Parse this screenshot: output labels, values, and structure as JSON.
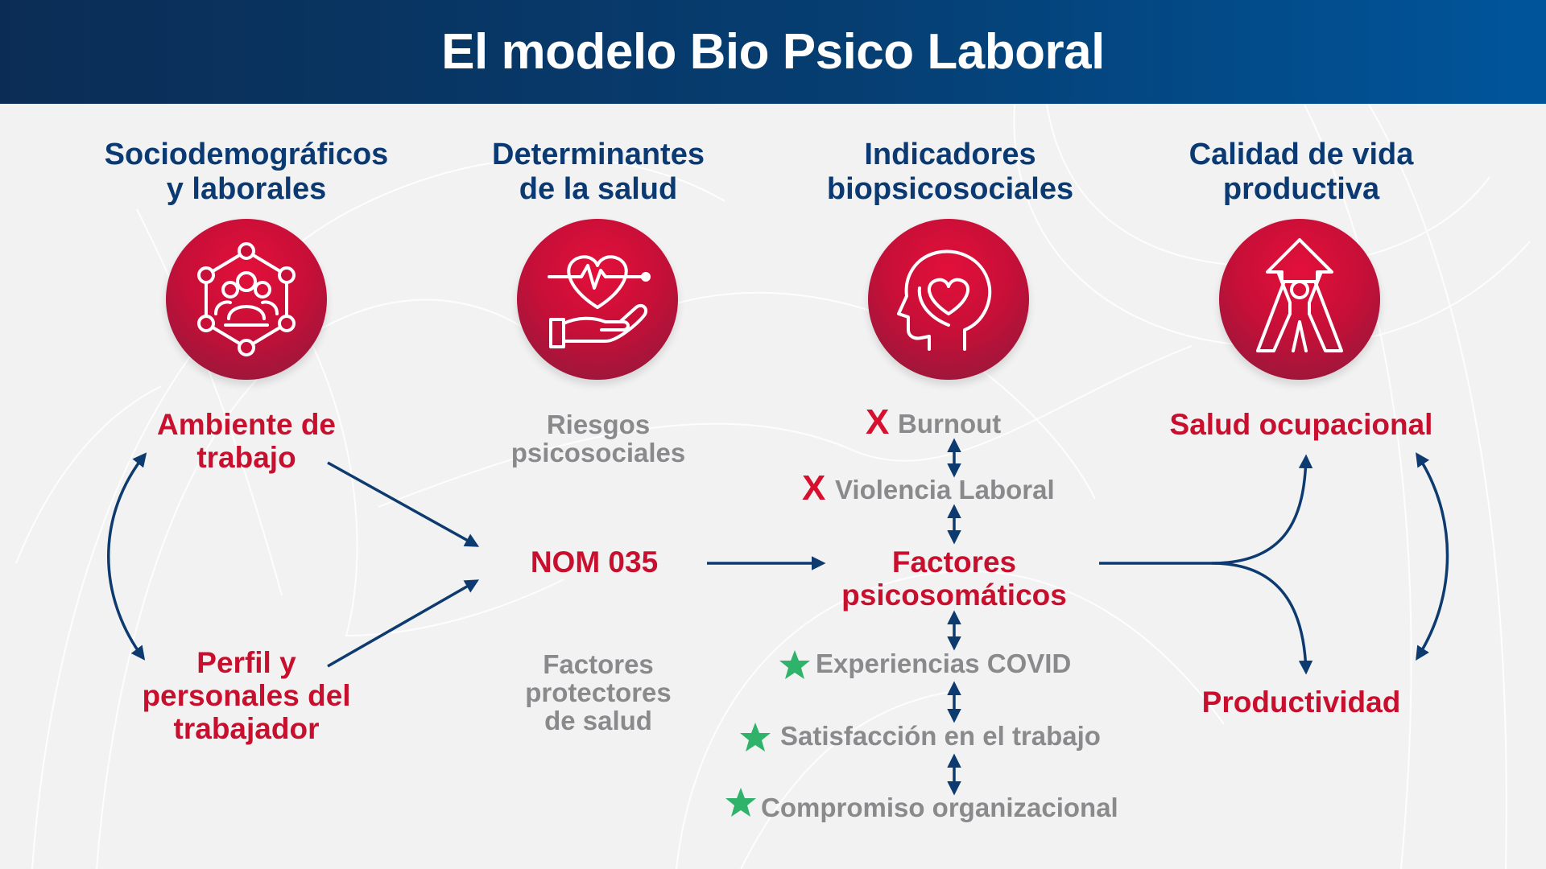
{
  "header": {
    "title": "El modelo Bio Psico Laboral"
  },
  "columns": [
    {
      "title_line1": "Sociodemográficos",
      "title_line2": "y laborales",
      "icon": "network-people-icon"
    },
    {
      "title_line1": "Determinantes",
      "title_line2": "de la salud",
      "icon": "heart-hand-icon"
    },
    {
      "title_line1": "Indicadores",
      "title_line2": "biopsicosociales",
      "icon": "head-heart-icon"
    },
    {
      "title_line1": "Calidad de vida",
      "title_line2": "productiva",
      "icon": "person-arrow-up-icon"
    }
  ],
  "col1": {
    "ambiente_line1": "Ambiente de",
    "ambiente_line2": "trabajo",
    "perfil_line1": "Perfil y",
    "perfil_line2": "personales del",
    "perfil_line3": "trabajador"
  },
  "col2": {
    "riesgos_line1": "Riesgos",
    "riesgos_line2": "psicosociales",
    "nom": "NOM 035",
    "protect_line1": "Factores",
    "protect_line2": "protectores",
    "protect_line3": "de salud"
  },
  "col3": {
    "negatives": [
      {
        "mark": "X",
        "label": "Burnout"
      },
      {
        "mark": "X",
        "label": "Violencia Laboral"
      }
    ],
    "central_line1": "Factores",
    "central_line2": "psicosomáticos",
    "positives": [
      {
        "label": "Experiencias COVID"
      },
      {
        "label": "Satisfacción en el trabajo"
      },
      {
        "label": "Compromiso organizacional"
      }
    ]
  },
  "col4": {
    "salud": "Salud ocupacional",
    "productividad": "Productividad"
  },
  "colors": {
    "header_dark": "#0b2d55",
    "header_light": "#00559b",
    "title_blue": "#0b3a73",
    "accent_red": "#c8102e",
    "muted_grey": "#8a8a8c",
    "arrow_navy": "#0d3b70",
    "star_green": "#2fb36b",
    "background": "#f2f2f3"
  }
}
